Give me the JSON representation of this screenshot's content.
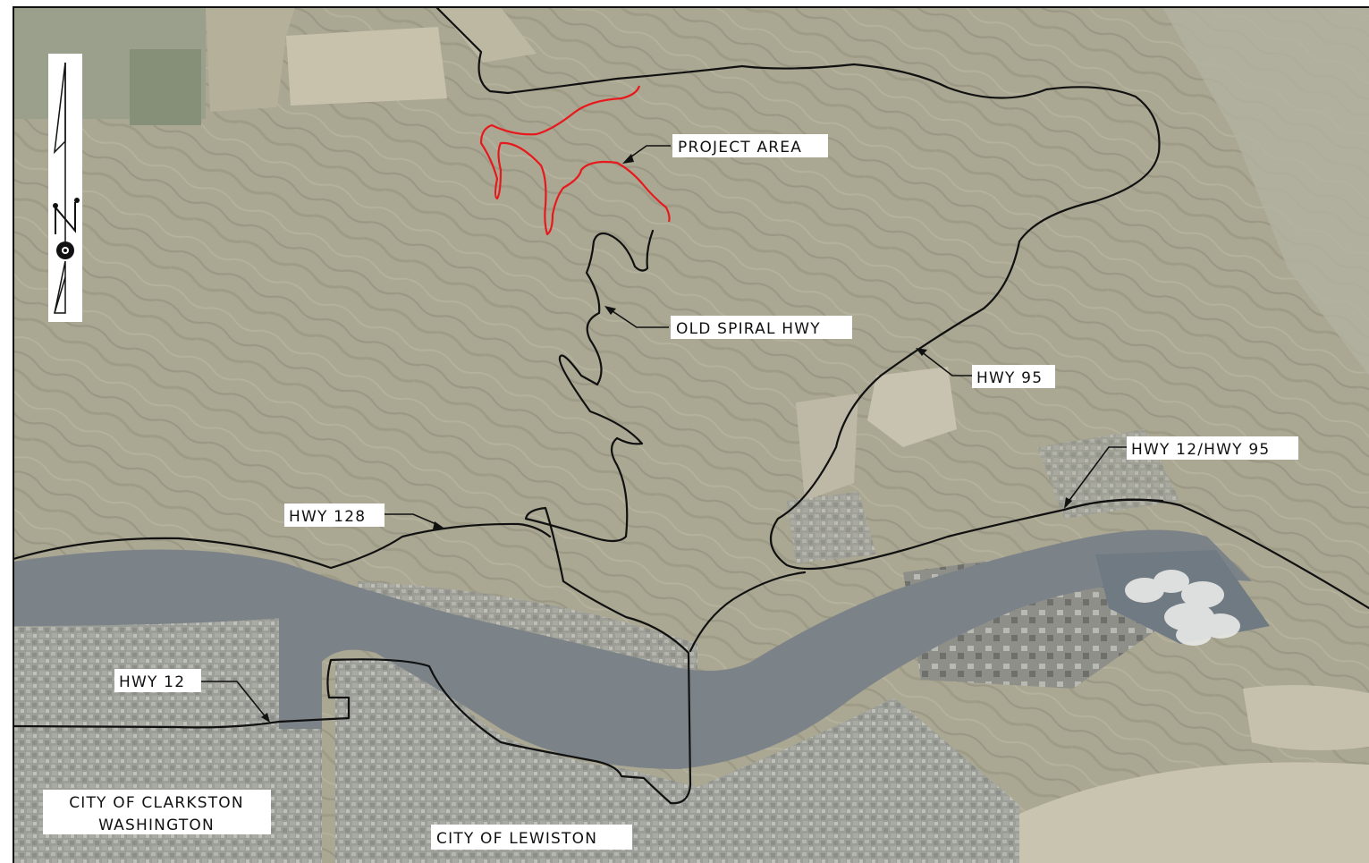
{
  "labels": {
    "project_area": "PROJECT AREA",
    "old_spiral_hwy": "OLD SPIRAL HWY",
    "hwy_95": "HWY 95",
    "hwy_12_95": "HWY 12/HWY 95",
    "hwy_128": "HWY 128",
    "hwy_12": "HWY 12",
    "clarkston_line1": "CITY OF CLARKSTON",
    "clarkston_line2": "WASHINGTON",
    "lewiston": "CITY OF LEWISTON"
  },
  "colors": {
    "project_boundary": "#e8191d",
    "road": "#111111",
    "river": "#7d8488",
    "terrain": "#a9a692",
    "urban": "#9a9c96"
  },
  "icons": {
    "north_arrow": "north-arrow-icon"
  }
}
